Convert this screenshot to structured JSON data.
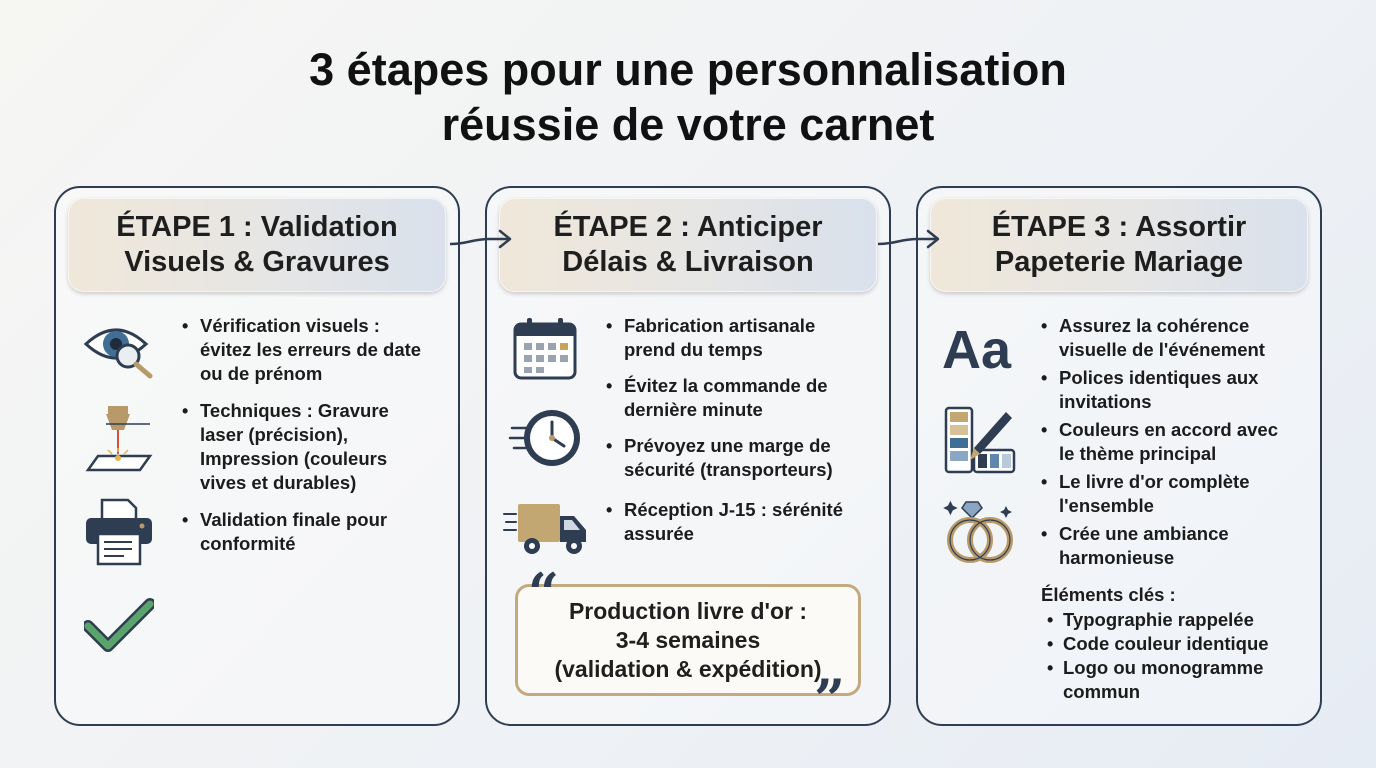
{
  "title": {
    "line1": "3 étapes pour une personnalisation",
    "line2": "réussie de votre carnet"
  },
  "steps": [
    {
      "heading": [
        "ÉTAPE 1 : Validation",
        "Visuels & Gravures"
      ],
      "bullets": [
        [
          "Vérification visuels :",
          "évitez les erreurs de date",
          "ou de prénom"
        ],
        [
          "Techniques : Gravure",
          "laser (précision),",
          "Impression (couleurs",
          "vives et durables)"
        ],
        [
          "Validation finale pour",
          "conformité"
        ]
      ],
      "icons": [
        "eye-magnifier-icon",
        "laser-engraving-icon",
        "printer-icon",
        "check-icon"
      ]
    },
    {
      "heading": [
        "ÉTAPE 2 : Anticiper",
        "Délais & Livraison"
      ],
      "bullets": [
        [
          "Fabrication artisanale",
          "prend du temps"
        ],
        [
          "Évitez la commande de",
          "dernière minute"
        ],
        [
          "Prévoyez une marge de",
          "sécurité (transporteurs)"
        ],
        [
          "Réception J-15 : sérénité",
          "assurée"
        ]
      ],
      "icons": [
        "calendar-icon",
        "clock-icon",
        "delivery-truck-icon"
      ],
      "quote": [
        "Production livre d'or :",
        "3-4 semaines",
        "(validation & expédition)"
      ]
    },
    {
      "heading": [
        "ÉTAPE 3 : Assortir",
        "Papeterie Mariage"
      ],
      "bullets": [
        [
          "Assurez la cohérence",
          "visuelle de l'événement"
        ],
        [
          "Polices identiques aux",
          "invitations"
        ],
        [
          "Couleurs en accord avec",
          "le thème principal"
        ],
        [
          "Le livre d'or complète",
          "l'ensemble"
        ],
        [
          "Crée une ambiance",
          "harmonieuse"
        ]
      ],
      "icons": [
        "typography-icon",
        "color-palette-icon",
        "wedding-rings-icon"
      ],
      "typo_glyph": "Aa",
      "key_title": "Éléments clés :",
      "key_items": [
        [
          "Typographie rappelée"
        ],
        [
          "Code couleur identique"
        ],
        [
          "Logo ou monogramme",
          "commun"
        ]
      ]
    }
  ],
  "colors": {
    "navy": "#2f3d52",
    "gold": "#c2aa7e",
    "tan": "#b89a6a",
    "blue": "#3f6f95",
    "green": "#5aa36a"
  }
}
